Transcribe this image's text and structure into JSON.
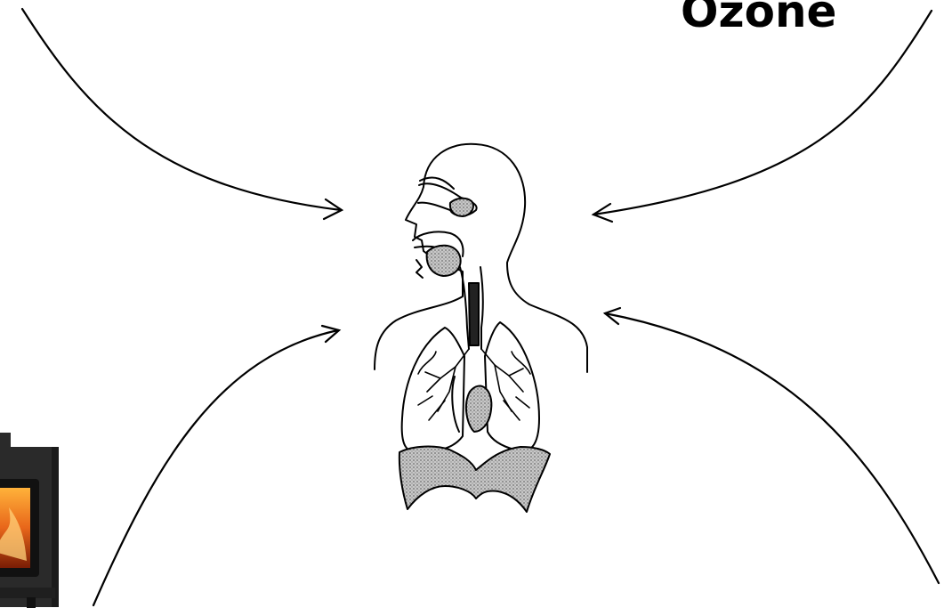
{
  "slide": {
    "background": "#ffffff",
    "top_right_label": "Ozone"
  },
  "figure": {
    "subject": "human-respiratory-system",
    "line_color": "#000000",
    "shading_color": "#9a9a9a"
  },
  "arrows": [
    {
      "name": "arrow-top-left",
      "points_to": "respiratory-system"
    },
    {
      "name": "arrow-top-right",
      "points_to": "respiratory-system"
    },
    {
      "name": "arrow-bottom-left",
      "points_to": "respiratory-system"
    },
    {
      "name": "arrow-bottom-right",
      "points_to": "respiratory-system"
    }
  ],
  "images": [
    {
      "name": "wood-stove-image",
      "subject": "wood-burning-stove",
      "fire_color": "#e8661a",
      "body_color": "#2a2a2a"
    }
  ]
}
